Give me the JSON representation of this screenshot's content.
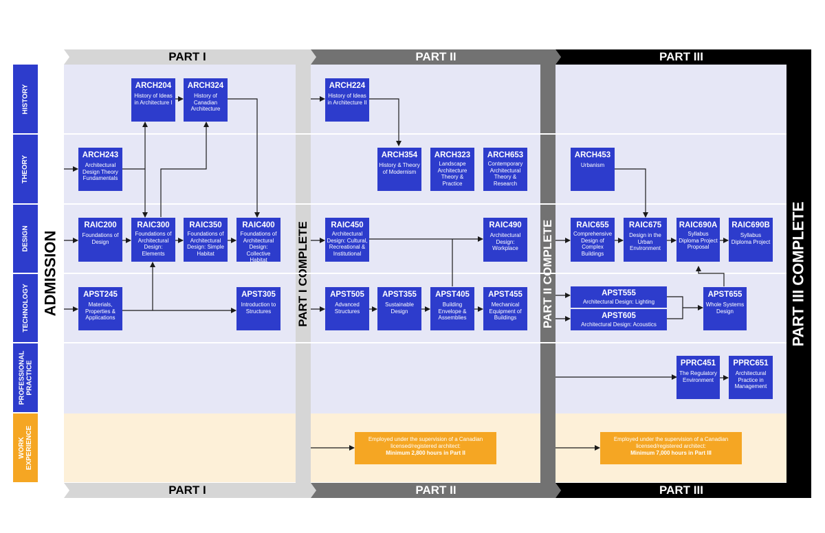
{
  "admission": "ADMISSION",
  "parts": {
    "p1": "PART I",
    "p2": "PART II",
    "p3": "PART III",
    "p1_complete": "PART I COMPLETE",
    "p2_complete": "PART II COMPLETE",
    "p3_complete": "PART III COMPLETE"
  },
  "rows": {
    "history": "HISTORY",
    "theory": "THEORY",
    "design": "DESIGN",
    "technology": "TECHNOLOGY",
    "professional": "PROFESSIONAL PRACTICE",
    "work": "WORK EXPERIENCE"
  },
  "courses": {
    "arch204": {
      "code": "ARCH204",
      "title": "History of Ideas in Architecture I"
    },
    "arch324": {
      "code": "ARCH324",
      "title": "History of Canadian Architecture"
    },
    "arch243": {
      "code": "ARCH243",
      "title": "Architectural Design Theory Fundamentals"
    },
    "raic200": {
      "code": "RAIC200",
      "title": "Foundations of Design"
    },
    "raic300": {
      "code": "RAIC300",
      "title": "Foundations of Architectural Design: Elements"
    },
    "raic350": {
      "code": "RAIC350",
      "title": "Foundations of Architectural Design: Simple Habitat"
    },
    "raic400": {
      "code": "RAIC400",
      "title": "Foundations of Architectural Design: Collective Habitat"
    },
    "apst245": {
      "code": "APST245",
      "title": "Materials, Properties & Applications"
    },
    "apst305": {
      "code": "APST305",
      "title": "Introduction to Structures"
    },
    "arch224": {
      "code": "ARCH224",
      "title": "History of Ideas in Architecture II"
    },
    "arch354": {
      "code": "ARCH354",
      "title": "History & Theory of Modernism"
    },
    "arch323": {
      "code": "ARCH323",
      "title": "Landscape Architecture Theory & Practice"
    },
    "arch653": {
      "code": "ARCH653",
      "title": "Contemporary Architectural Theory & Research"
    },
    "raic450": {
      "code": "RAIC450",
      "title": "Architectural Design: Cultural, Recreational & Institutional"
    },
    "raic490": {
      "code": "RAIC490",
      "title": "Architectural Design: Workplace"
    },
    "apst505": {
      "code": "APST505",
      "title": "Advanced Structures"
    },
    "apst355": {
      "code": "APST355",
      "title": "Sustainable Design"
    },
    "apst405": {
      "code": "APST405",
      "title": "Building Envelope & Assemblies"
    },
    "apst455": {
      "code": "APST455",
      "title": "Mechanical Equipment of Buildings"
    },
    "arch453": {
      "code": "ARCH453",
      "title": "Urbanism"
    },
    "raic655": {
      "code": "RAIC655",
      "title": "Comprehensive Design of Complex Buildings"
    },
    "raic675": {
      "code": "RAIC675",
      "title": "Design in the Urban Environment"
    },
    "raic690a": {
      "code": "RAIC690A",
      "title": "Syllabus Diploma Project Proposal"
    },
    "raic690b": {
      "code": "RAIC690B",
      "title": "Syllabus Diploma Project"
    },
    "apst555": {
      "code": "APST555",
      "title": "Architectural Design: Lighting"
    },
    "apst605": {
      "code": "APST605",
      "title": "Architectural Design: Acoustics"
    },
    "apst655": {
      "code": "APST655",
      "title": "Whole Systems Design"
    },
    "pprc451": {
      "code": "PPRC451",
      "title": "The Regulatory Environment"
    },
    "pprc651": {
      "code": "PPRC651",
      "title": "Architectural Practice in Management"
    }
  },
  "work": {
    "text": "Employed under the supervision of a Canadian licensed/registered architect:",
    "p2_min": "Minimum 2,800 hours in Part II",
    "p3_min": "Minimum 7,000 hours in Part III"
  },
  "colors": {
    "blue": "#2d3ccc",
    "orange": "#f5a623",
    "panel": "#e6e7f6",
    "work_bg": "#fdf0d8"
  }
}
